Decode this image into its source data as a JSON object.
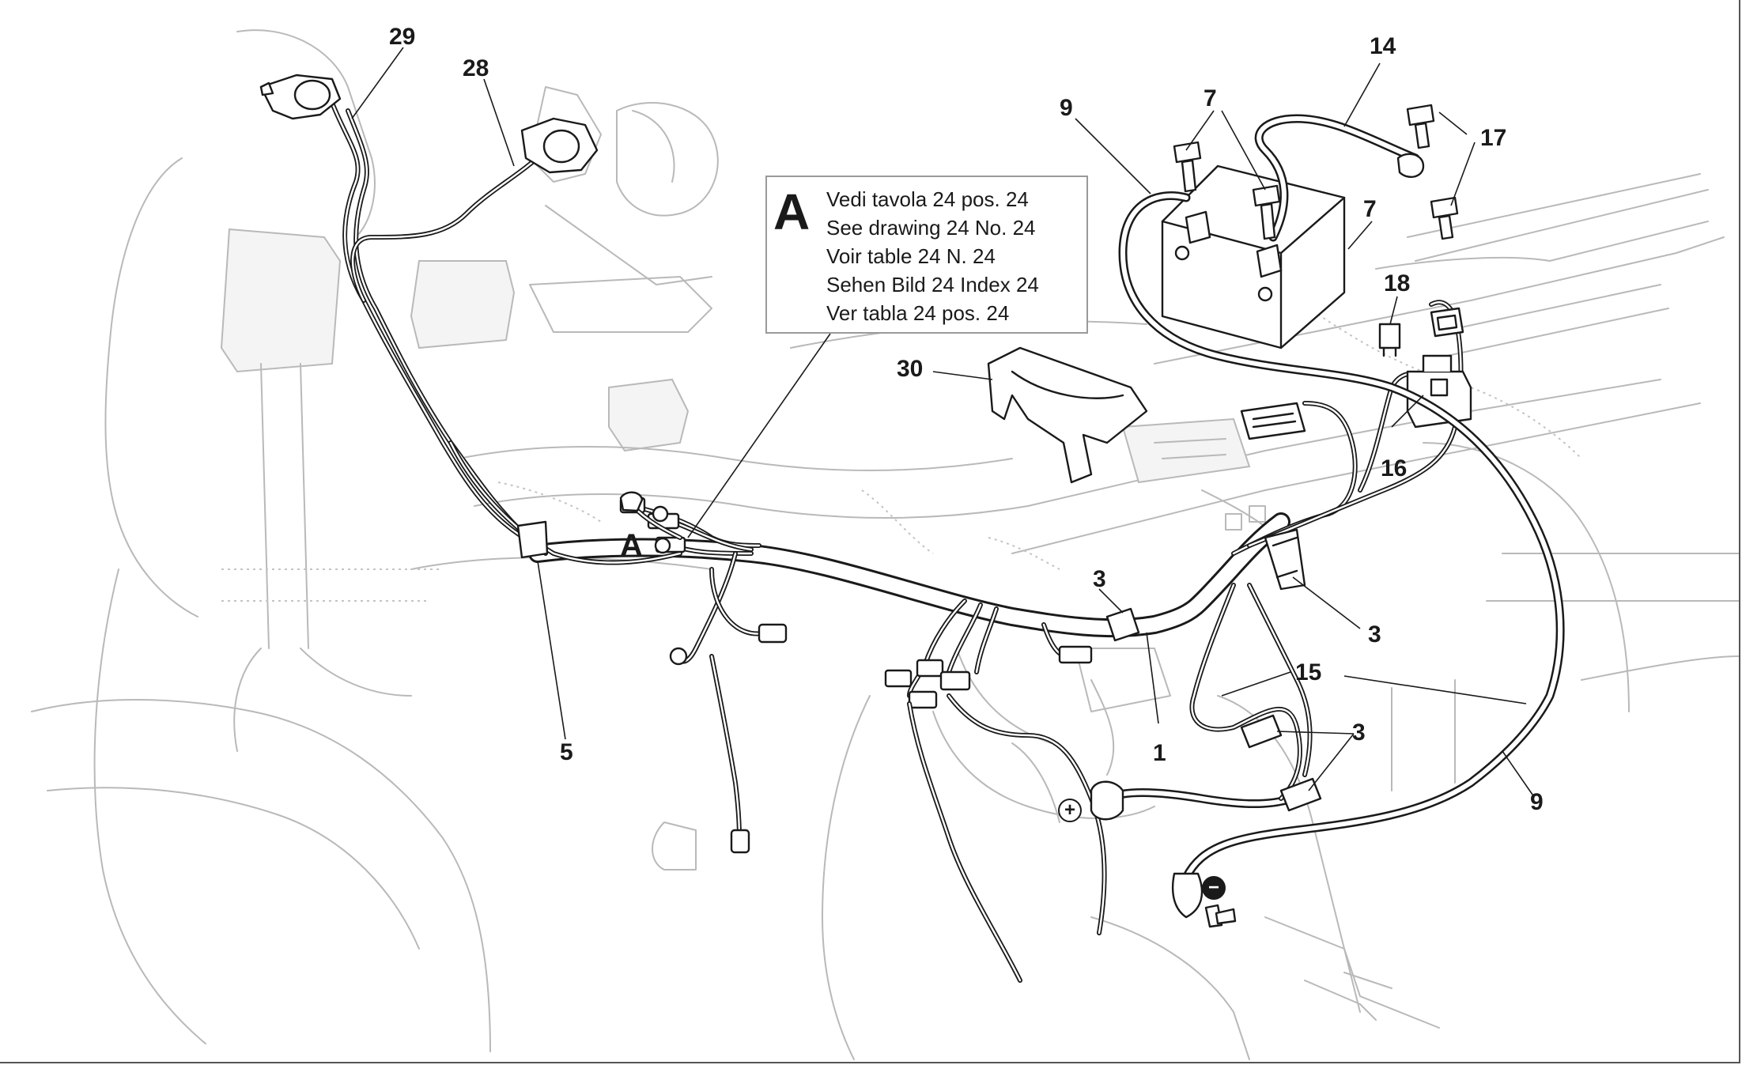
{
  "legend": {
    "letter": "A",
    "lines": [
      "Vedi tavola 24 pos. 24",
      "See drawing 24 No. 24",
      "Voir table 24 N. 24",
      "Sehen Bild 24 Index 24",
      "Ver tabla 24 pos. 24"
    ]
  },
  "marker_letter": "A",
  "callouts": {
    "c29": "29",
    "c28": "28",
    "c9_top": "9",
    "c7_top": "7",
    "c7_right": "7",
    "c14": "14",
    "c17": "17",
    "c18": "18",
    "c16": "16",
    "c30": "30",
    "c3_center": "3",
    "c3_right": "3",
    "c3_lower": "3",
    "c15": "15",
    "c1": "1",
    "c5": "5",
    "c9_bottom": "9"
  },
  "polarity": {
    "positive": "+",
    "negative": "−"
  }
}
